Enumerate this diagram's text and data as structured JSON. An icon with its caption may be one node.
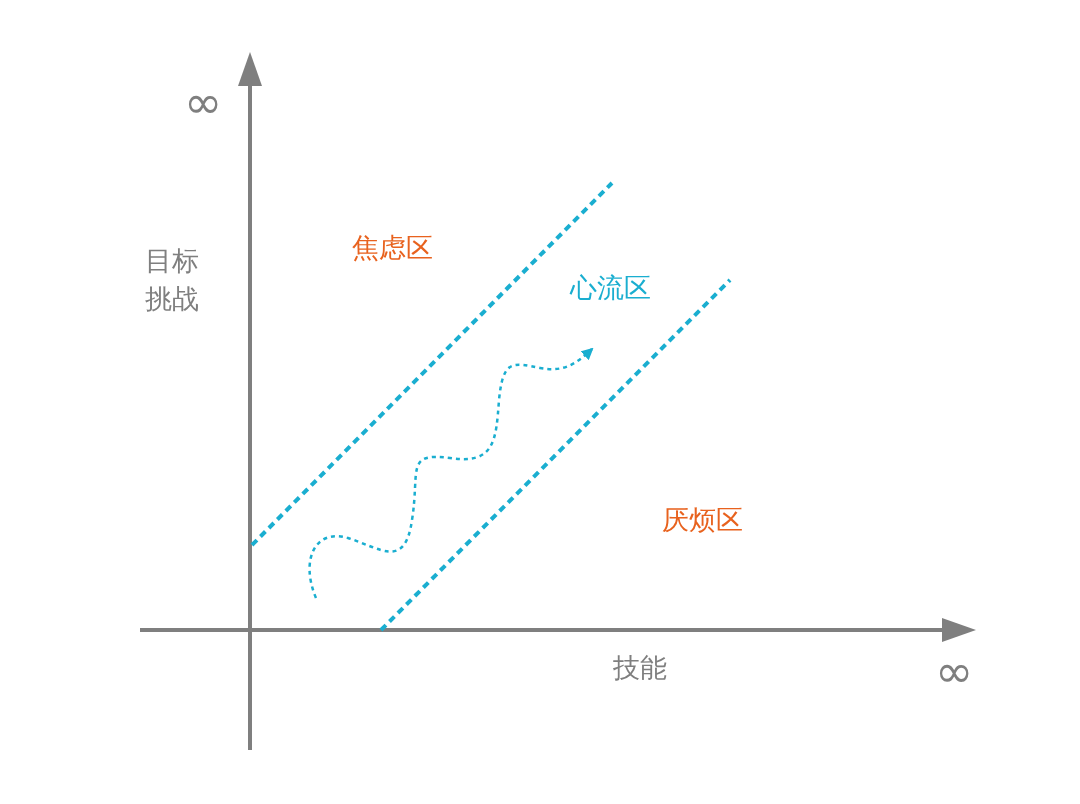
{
  "diagram": {
    "labels": [
      "∞",
      "目标挑战",
      "焦虑区",
      "心流区",
      "厌烦区",
      "技能",
      "∞"
    ]
  }
}
